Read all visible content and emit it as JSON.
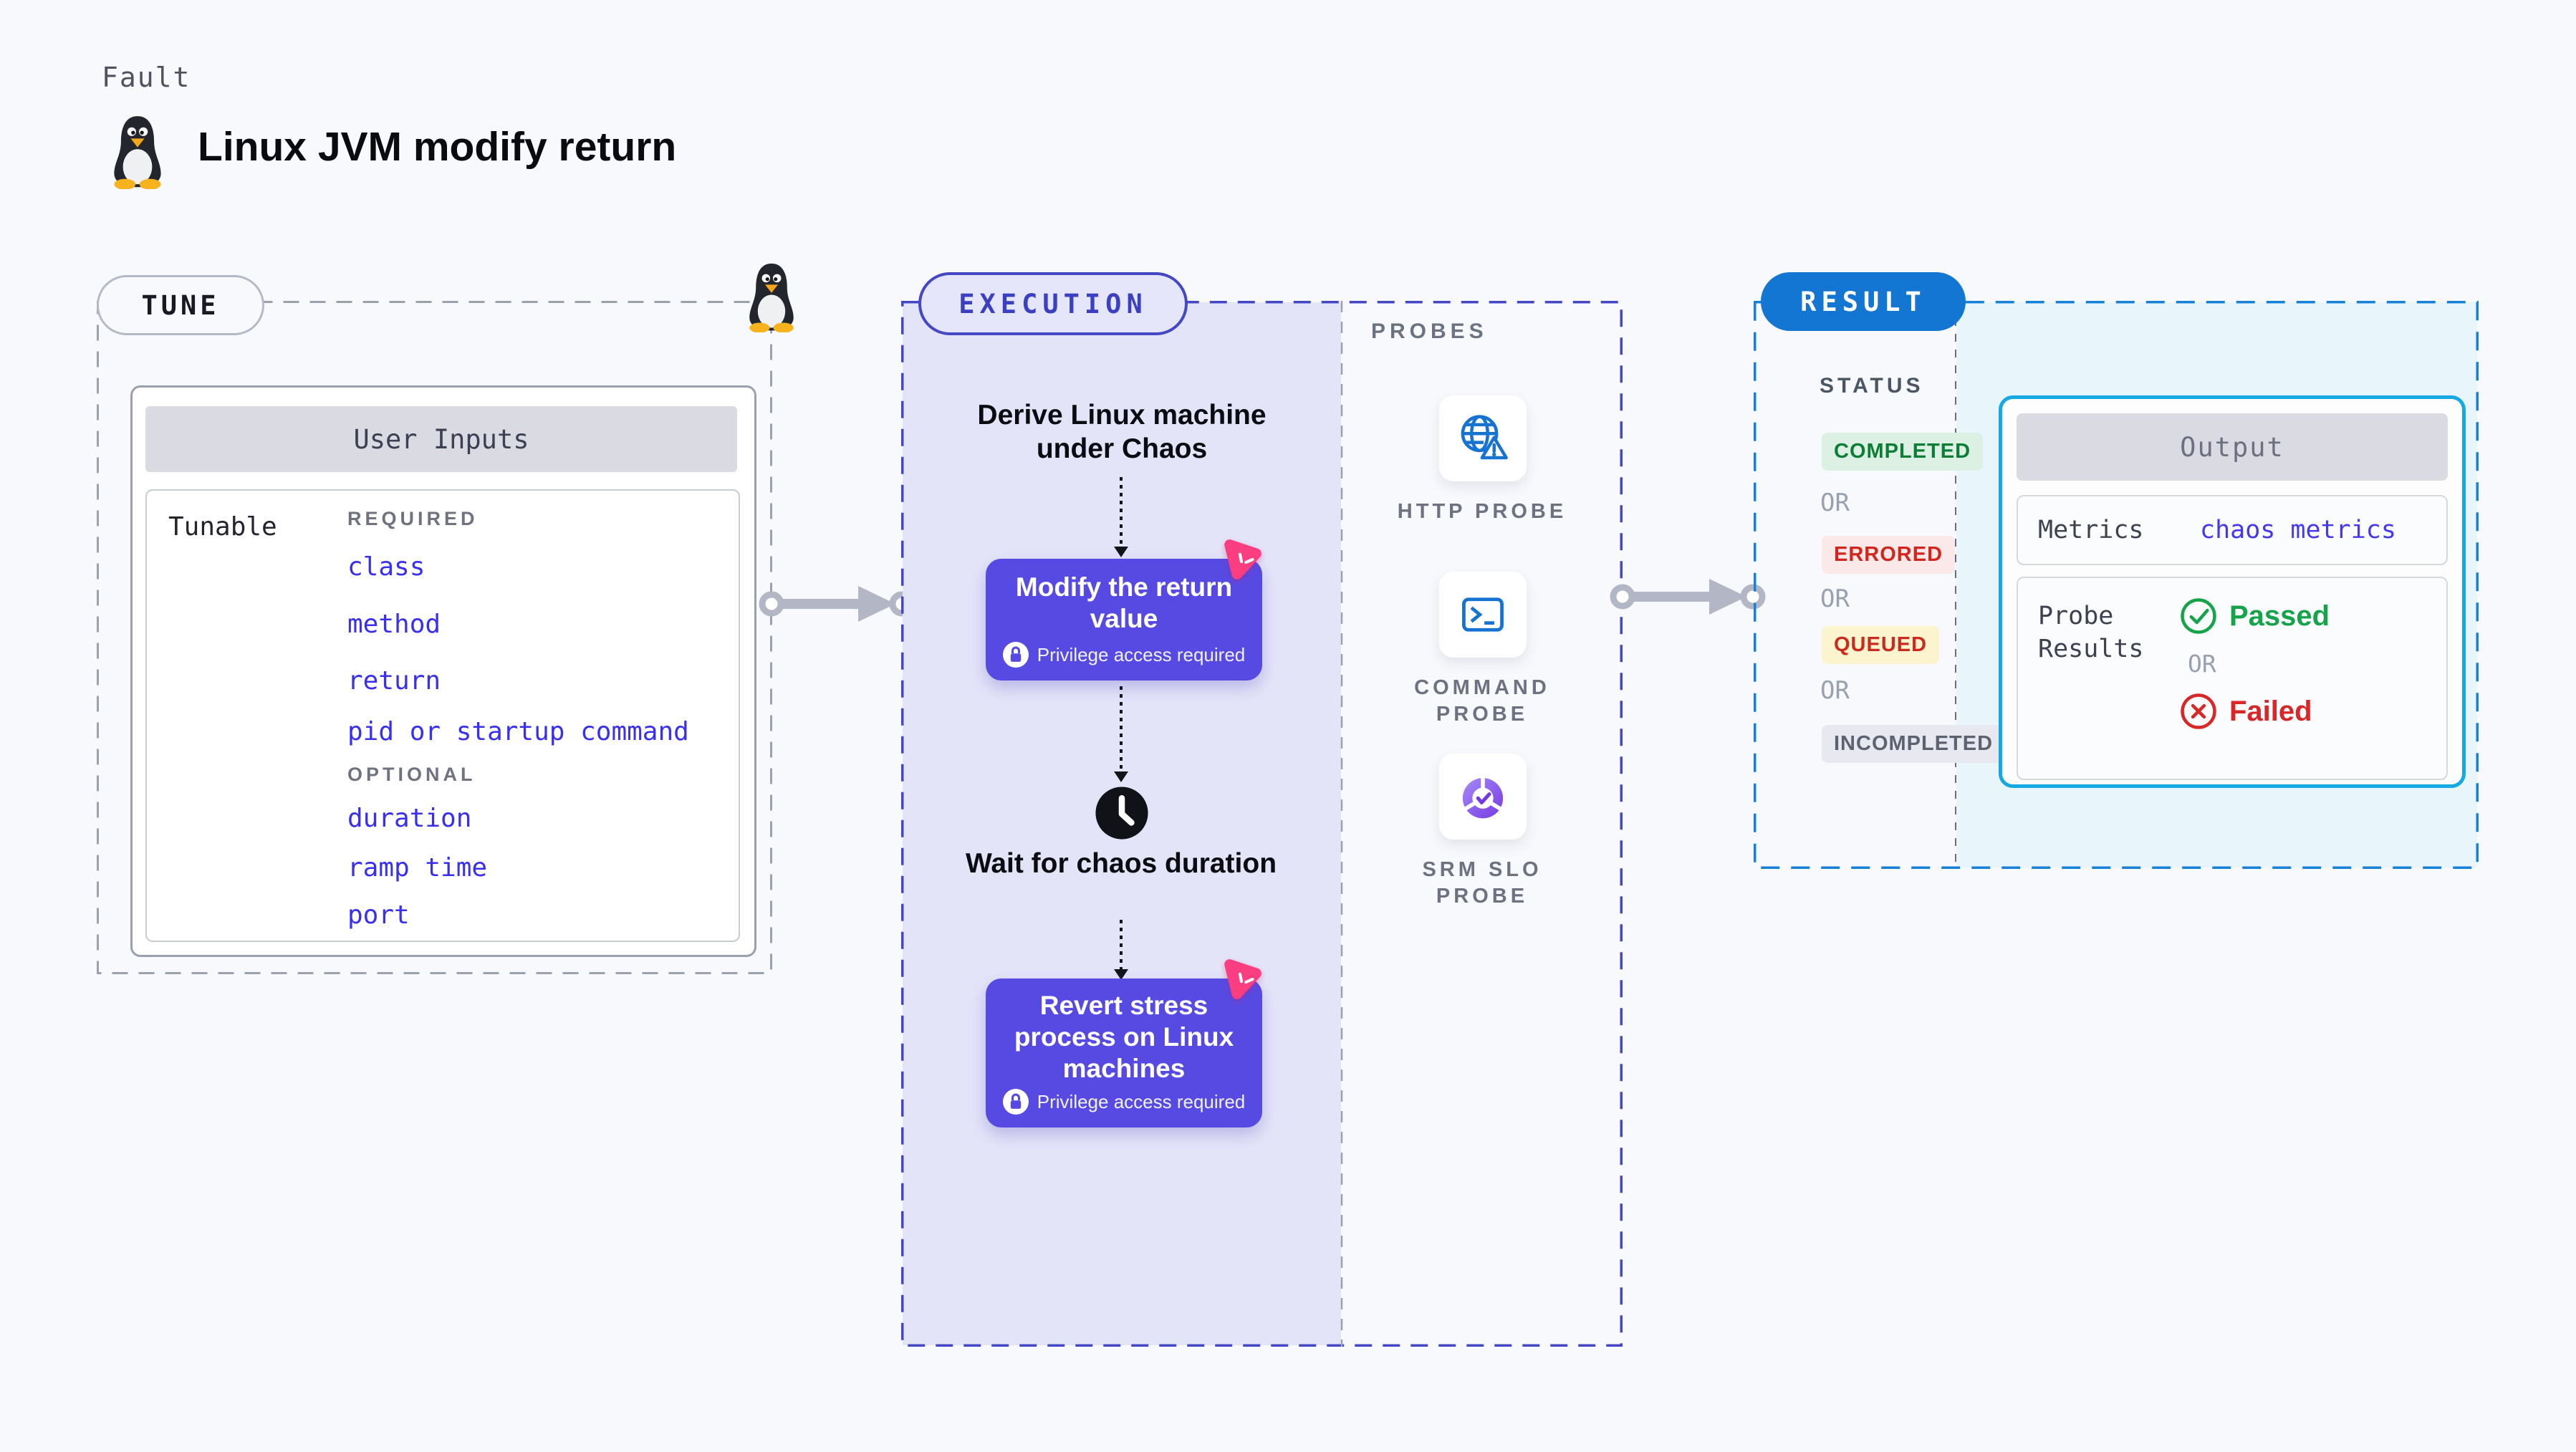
{
  "header": {
    "fault_label": "Fault",
    "title": "Linux JVM modify return"
  },
  "tune": {
    "pill": "TUNE",
    "card_header": "User Inputs",
    "row_label": "Tunable",
    "required_label": "REQUIRED",
    "items_required": [
      "class",
      "method",
      "return",
      "pid or startup command"
    ],
    "optional_label": "OPTIONAL",
    "items_optional": [
      "duration",
      "ramp time",
      "port"
    ]
  },
  "execution": {
    "pill": "EXECUTION",
    "derive_text": "Derive Linux machine under Chaos",
    "modify_title": "Modify the return value",
    "privilege_label": "Privilege access required",
    "wait_text": "Wait for chaos duration",
    "revert_title": "Revert stress process on Linux machines"
  },
  "probes": {
    "label": "PROBES",
    "items": [
      {
        "name": "HTTP PROBE",
        "icon": "globe-alert-icon"
      },
      {
        "name": "COMMAND PROBE",
        "icon": "terminal-icon"
      },
      {
        "name": "SRM SLO PROBE",
        "icon": "slo-gauge-icon"
      }
    ]
  },
  "result": {
    "pill": "RESULT",
    "status_label": "STATUS",
    "statuses": [
      "COMPLETED",
      "ERRORED",
      "QUEUED",
      "INCOMPLETED"
    ],
    "or_label": "OR",
    "output": {
      "header": "Output",
      "metrics_label": "Metrics",
      "metrics_value": "chaos metrics",
      "probe_results_label": "Probe Results",
      "passed_label": "Passed",
      "failed_label": "Failed"
    }
  },
  "colors": {
    "page_bg": "#f8f9fd",
    "lavender": "#e4e4f9",
    "action_purple": "#574ae2",
    "chaos_pink": "#fb3e7f",
    "exec_accent": "#4448c5",
    "result_blue": "#1276d2",
    "result_dash": "#1781d8",
    "cyan_border": "#14a9e2",
    "link_indigo": "#392ff2",
    "probe_icon_blue": "#1673d2",
    "srm_purple": "#7638e0",
    "passed_green": "#16a34a",
    "failed_red": "#d92626",
    "completed_green": "#0c7d35",
    "errored_red": "#d2251d",
    "queued_bg": "#fcf3cf",
    "gray_dash": "#9ba1ad"
  }
}
